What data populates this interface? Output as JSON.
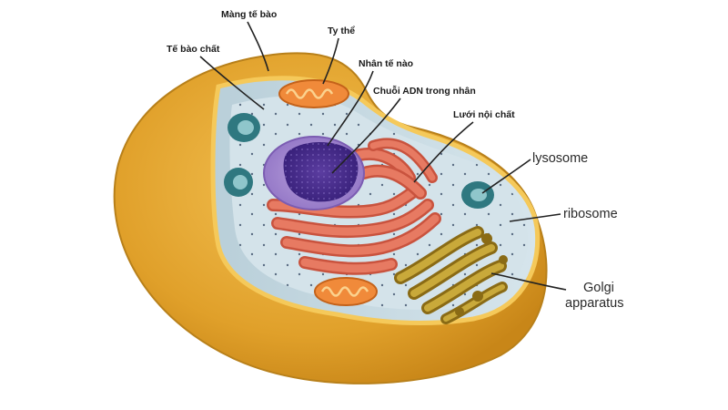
{
  "labels": {
    "cell_membrane": "Màng tế bào",
    "cytoplasm": "Tế bào chất",
    "mitochondria": "Ty thể",
    "nucleus": "Nhân tế nào",
    "dna": "Chuỗi ADN trong nhân",
    "er": "Lưới nội chất",
    "lysosome": "lysosome",
    "ribosome": "ribosome",
    "golgi_line1": "Golgi",
    "golgi_line2": "apparatus"
  },
  "colors": {
    "outer_shell": "#e2a32a",
    "membrane_rim": "#f5c95a",
    "cytoplasm_fill": "#c9dbe3",
    "nucleus_envelope": "#a98fd0",
    "nucleus_core": "#4a2f8c",
    "er_fill": "#e2705a",
    "golgi_fill": "#b7952a",
    "lysosome_fill": "#3d8a92",
    "mitochondria_fill": "#f08a3a"
  }
}
